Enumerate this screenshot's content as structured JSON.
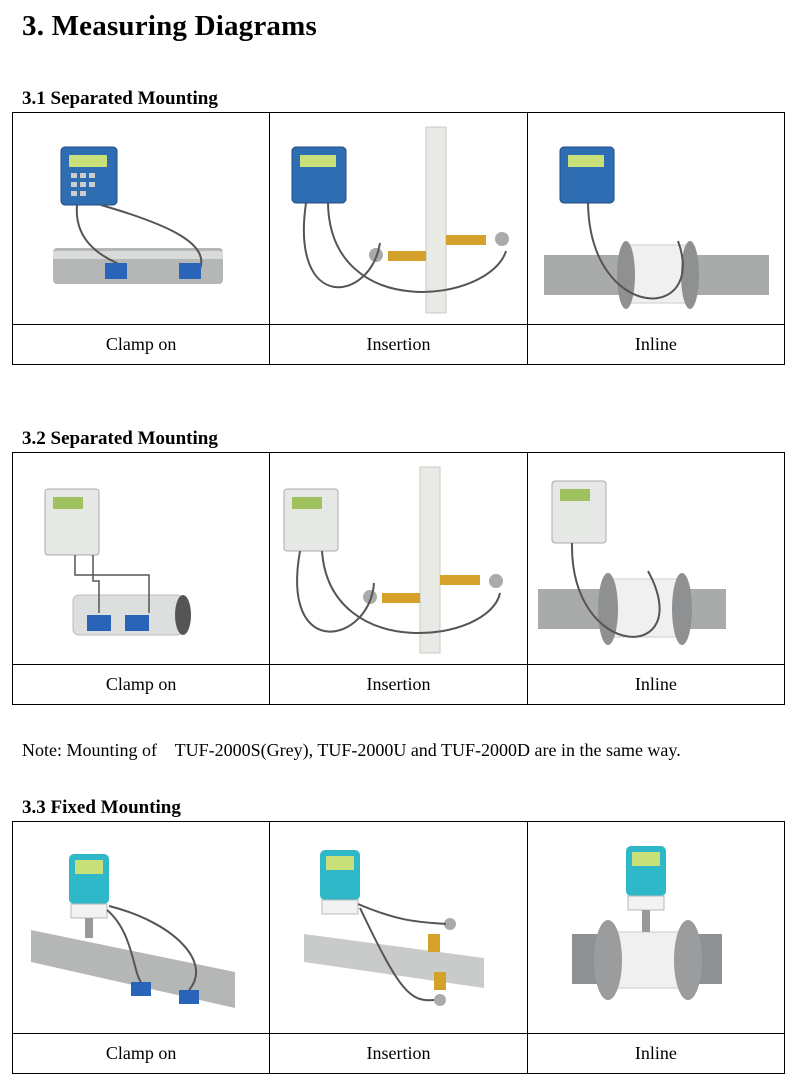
{
  "page_title": "3.  Measuring Diagrams",
  "sections": [
    {
      "heading": "3.1 Separated Mounting",
      "captions": [
        "Clamp on",
        "Insertion",
        "Inline"
      ],
      "unit_color": "#2f6db3"
    },
    {
      "heading": "3.2 Separated Mounting",
      "captions": [
        "Clamp on",
        "Insertion",
        "Inline"
      ],
      "unit_color": "#e6e8e6"
    },
    {
      "heading": "3.3 Fixed Mounting",
      "captions": [
        "Clamp on",
        "Insertion",
        "Inline"
      ],
      "unit_color": "#2fb8c8"
    }
  ],
  "note": "Note: Mounting of    TUF-2000S(Grey), TUF-2000U and TUF-2000D are in the same way.",
  "colors": {
    "pipe": "#a9abab",
    "transducer": "#2a64b8",
    "brass": "#d6a12a",
    "cable": "#555555",
    "screen": "#c9e07a"
  }
}
